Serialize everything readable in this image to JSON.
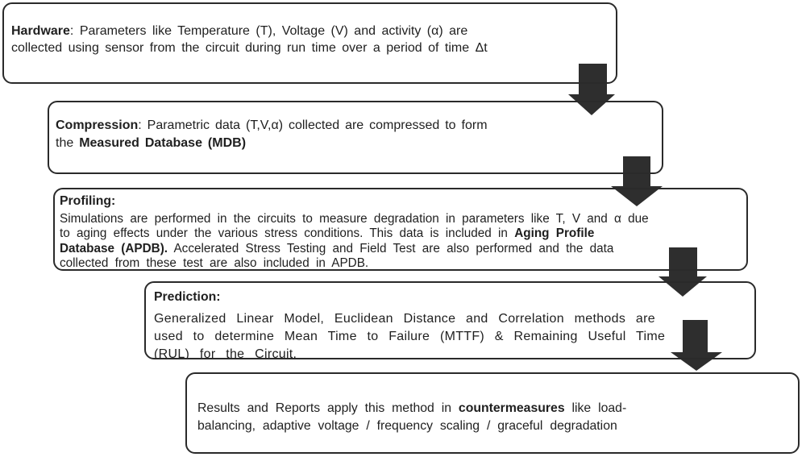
{
  "figure": {
    "type": "flowchart",
    "background": "#ffffff",
    "colors": {
      "box_border": "#2a2a2a",
      "arrow": "#2e2e2e",
      "text": "#1f1f1f"
    },
    "boxes": [
      {
        "id": "hardware",
        "lines": [
          [
            {
              "t": "Hardware",
              "b": true
            },
            {
              "t": ": Parameters like Temperature (T), Voltage (V) and activity (α) are",
              "b": false
            }
          ],
          [
            {
              "t": "collected using sensor from the circuit during run time over a period of time Δt",
              "b": false
            }
          ]
        ]
      },
      {
        "id": "compression",
        "lines": [
          [
            {
              "t": "Compression",
              "b": true
            },
            {
              "t": ": Parametric data (T,V,α) collected are compressed to form",
              "b": false
            }
          ],
          [
            {
              "t": "the ",
              "b": false
            },
            {
              "t": "Measured Database (MDB)",
              "b": true
            }
          ]
        ]
      },
      {
        "id": "profiling",
        "title": "Profiling:",
        "lines": [
          [
            {
              "t": "Simulations are performed in the circuits to measure degradation in parameters like T, V and α due",
              "b": false
            }
          ],
          [
            {
              "t": "to aging effects under the various stress conditions. This data is included in ",
              "b": false
            },
            {
              "t": "Aging Profile",
              "b": true
            }
          ],
          [
            {
              "t": "Database (APDB).",
              "b": true
            },
            {
              "t": " Accelerated Stress Testing and Field Test are also performed and the data",
              "b": false
            }
          ],
          [
            {
              "t": "collected from these test are also included in APDB.",
              "b": false
            }
          ]
        ]
      },
      {
        "id": "prediction",
        "title": "Prediction:",
        "lines": [
          [
            {
              "t": "Generalized Linear Model, Euclidean Distance and Correlation methods are",
              "b": false
            }
          ],
          [
            {
              "t": "used to determine Mean Time to Failure (MTTF) & Remaining Useful Time",
              "b": false
            }
          ],
          [
            {
              "t": "(RUL) for the Circuit.",
              "b": false
            }
          ]
        ]
      },
      {
        "id": "results",
        "lines": [
          [
            {
              "t": "Results and Reports apply this method in ",
              "b": false
            },
            {
              "t": "countermeasures",
              "b": true
            },
            {
              "t": " like load-",
              "b": false
            }
          ],
          [
            {
              "t": "balancing, adaptive voltage / frequency scaling / graceful degradation",
              "b": false
            }
          ]
        ]
      }
    ],
    "arrows": [
      {
        "from": "hardware",
        "to": "compression"
      },
      {
        "from": "compression",
        "to": "profiling"
      },
      {
        "from": "profiling",
        "to": "prediction"
      },
      {
        "from": "prediction",
        "to": "results"
      }
    ]
  }
}
